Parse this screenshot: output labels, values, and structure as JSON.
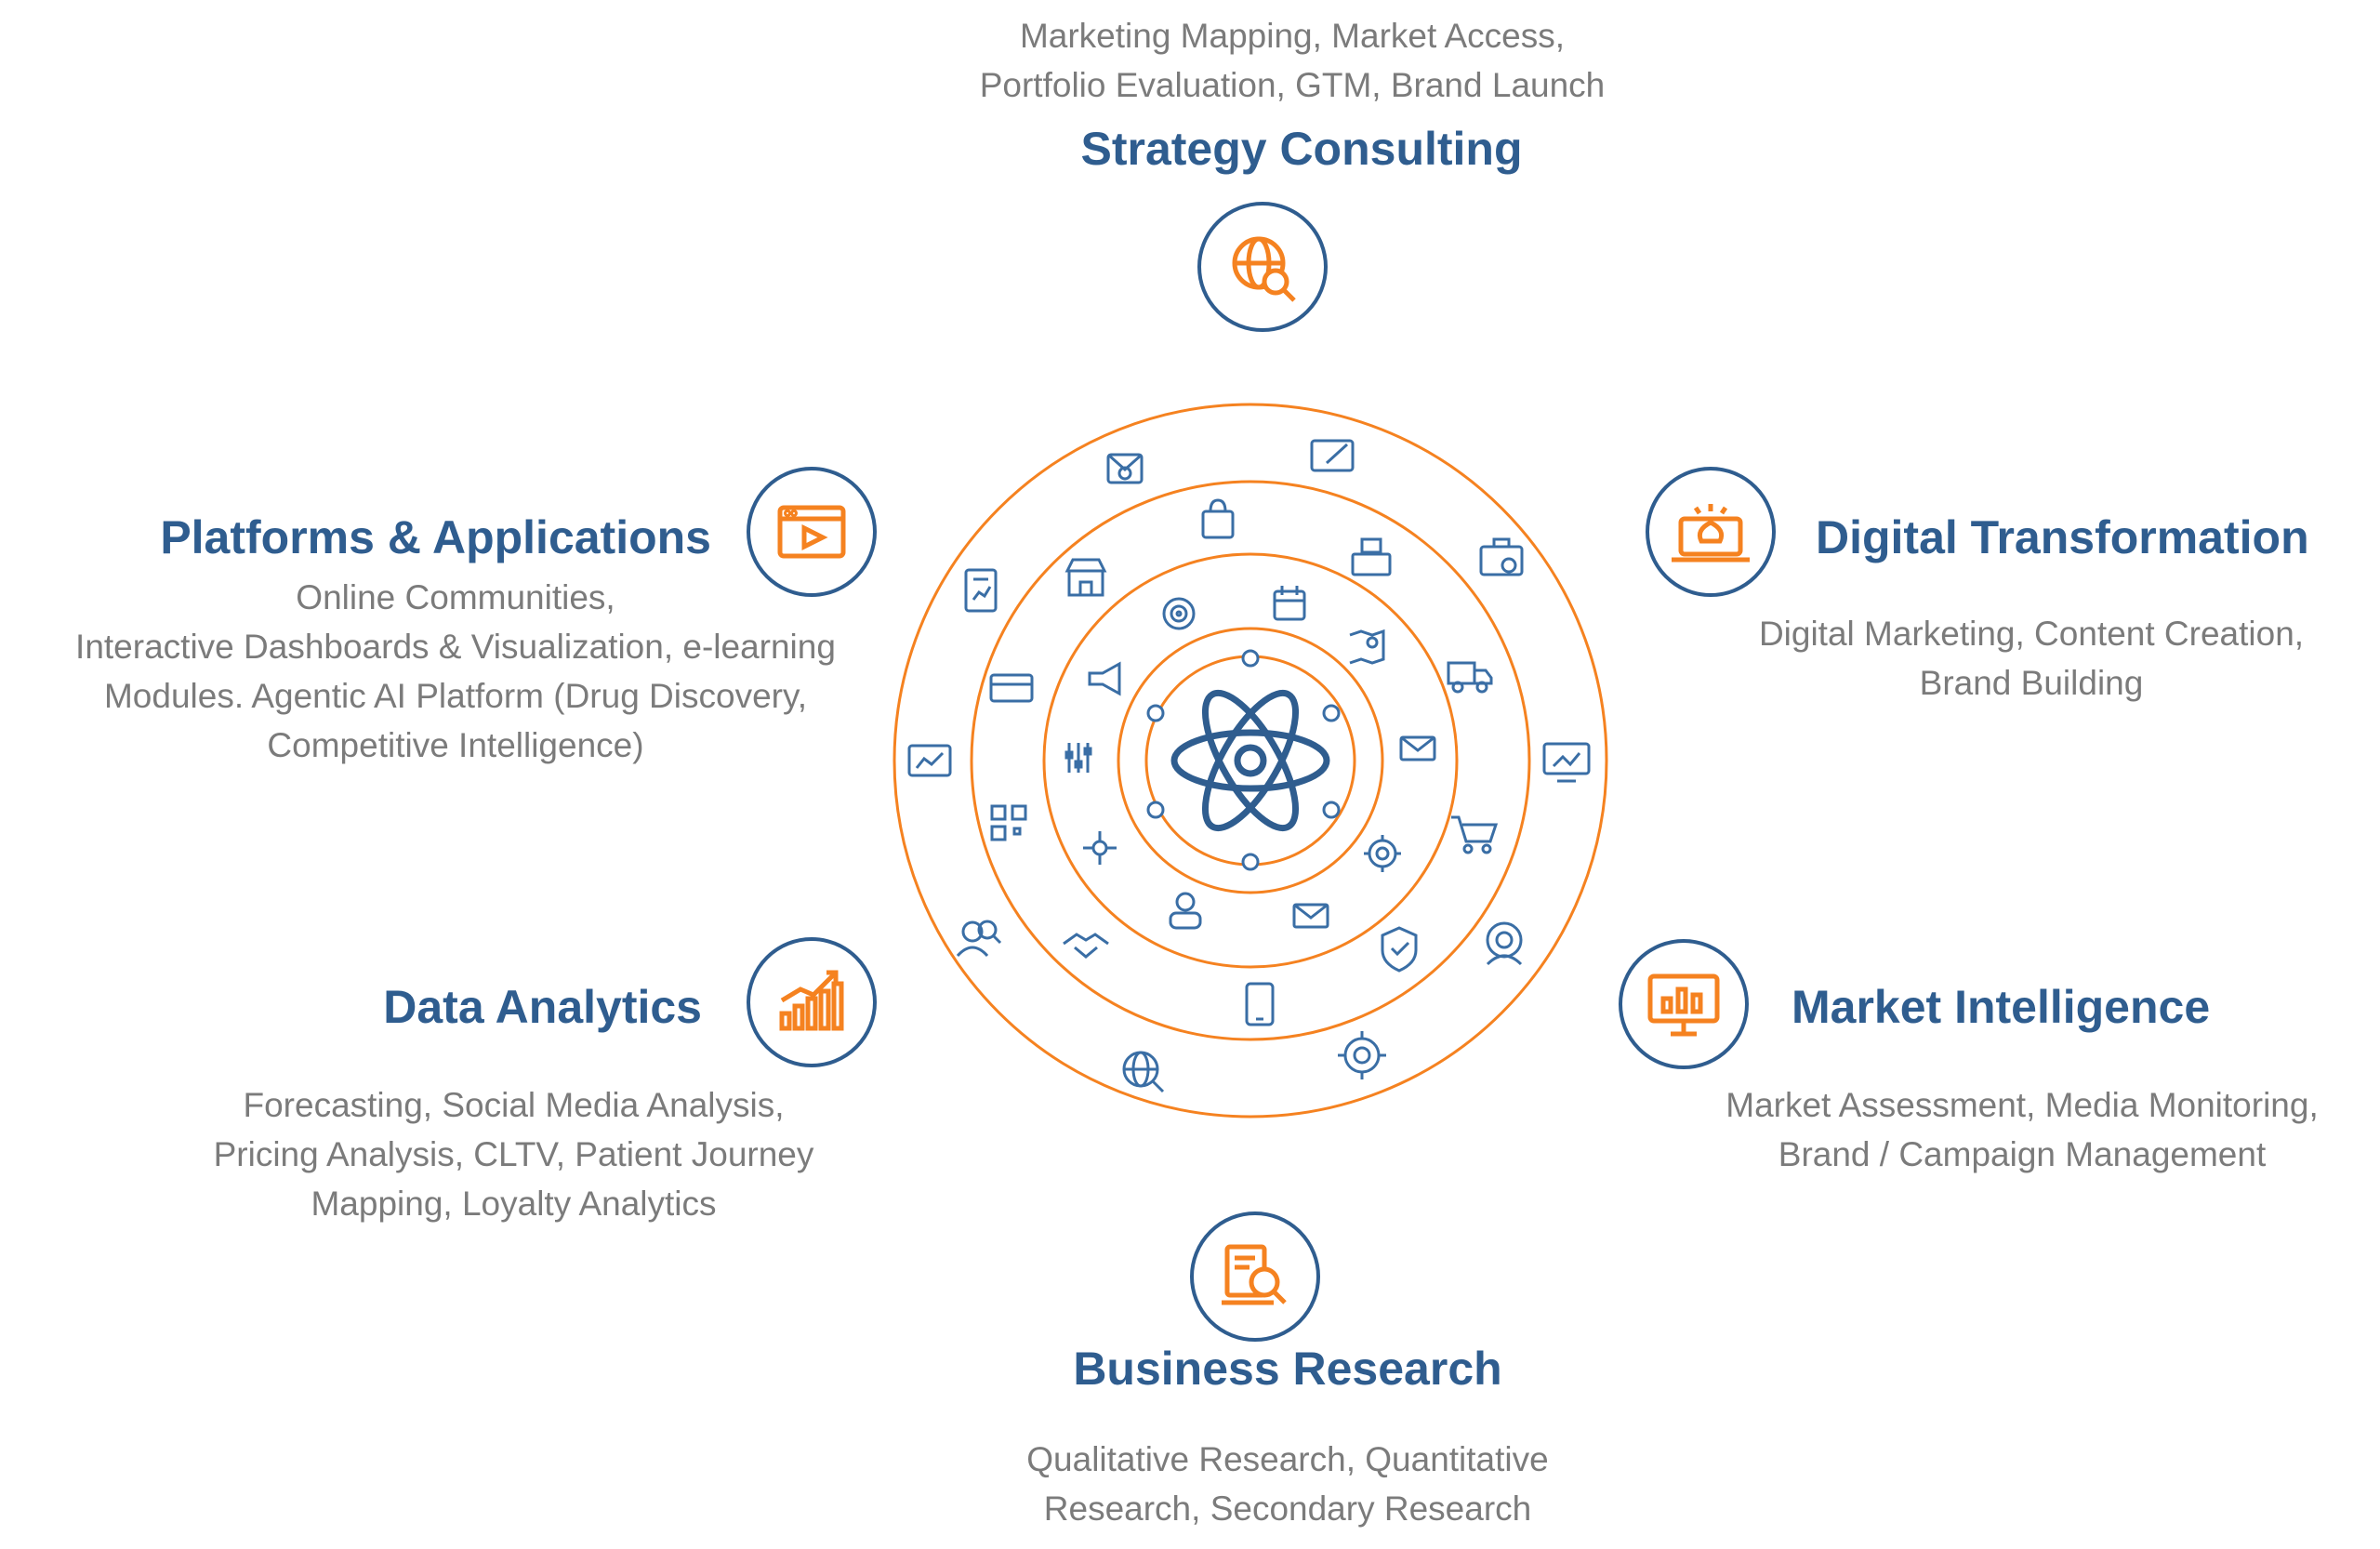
{
  "colors": {
    "accent_orange": "#f58220",
    "navy": "#2f5d8f",
    "text_gray": "#7b7b7b",
    "icon_blue": "#3a6ea5"
  },
  "center_icon": "atom-icon",
  "sections": {
    "strategy": {
      "title": "Strategy Consulting",
      "desc_lines": [
        "Marketing Mapping, Market Access,",
        "Portfolio Evaluation, GTM, Brand Launch"
      ],
      "icon": "globe-search-icon"
    },
    "digital": {
      "title": "Digital Transformation",
      "desc_lines": [
        "Digital Marketing, Content Creation,",
        "Brand Building"
      ],
      "icon": "laptop-bulb-icon"
    },
    "market": {
      "title": "Market Intelligence",
      "desc_lines": [
        "Market Assessment, Media Monitoring,",
        "Brand / Campaign Management"
      ],
      "icon": "monitor-chart-icon"
    },
    "business": {
      "title": "Business Research",
      "desc_lines": [
        "Qualitative Research, Quantitative",
        "Research, Secondary Research"
      ],
      "icon": "document-search-icon"
    },
    "analytics": {
      "title": "Data Analytics",
      "desc_lines": [
        "Forecasting, Social Media Analysis,",
        "Pricing Analysis, CLTV, Patient Journey",
        "Mapping, Loyalty Analytics"
      ],
      "icon": "bar-growth-icon"
    },
    "platforms": {
      "title": "Platforms & Applications",
      "desc_lines": [
        "Online Communities,",
        "Interactive Dashboards & Visualization, e-learning",
        "Modules. Agentic AI Platform (Drug Discovery,",
        "Competitive Intelligence)"
      ],
      "icon": "video-window-icon"
    }
  }
}
